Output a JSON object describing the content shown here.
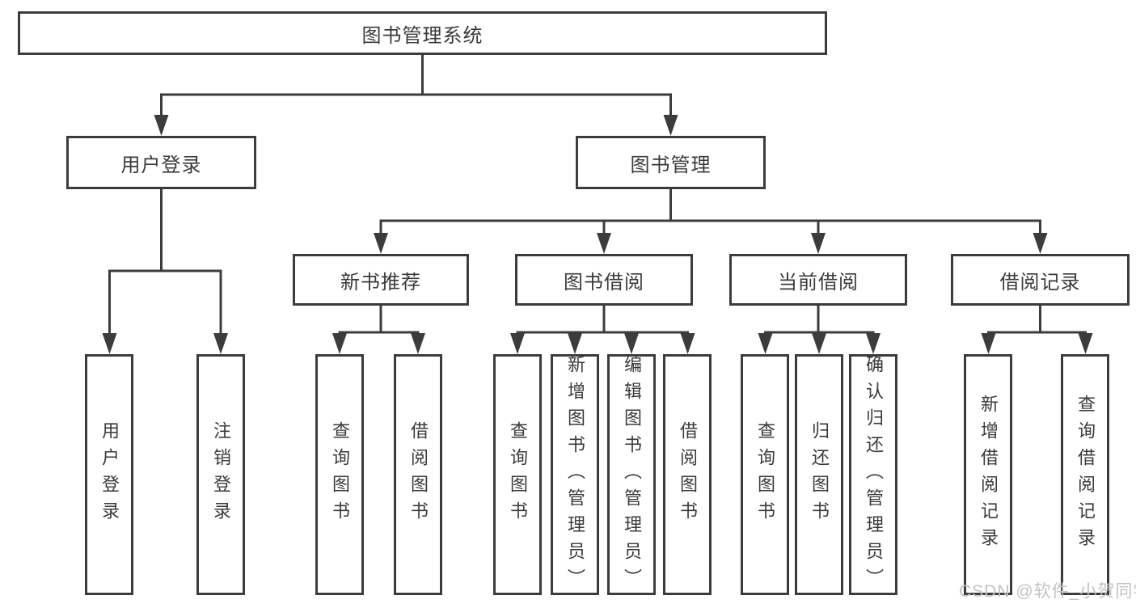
{
  "diagram": {
    "root": {
      "label": "图书管理系统"
    },
    "branches": [
      {
        "label": "用户登录",
        "children": [
          {
            "label": "用户登录"
          },
          {
            "label": "注销登录"
          }
        ]
      },
      {
        "label": "图书管理",
        "children": [
          {
            "label": "新书推荐",
            "children": [
              {
                "label": "查询图书"
              },
              {
                "label": "借阅图书"
              }
            ]
          },
          {
            "label": "图书借阅",
            "children": [
              {
                "label": "查询图书"
              },
              {
                "label": "新增图书（管理员）"
              },
              {
                "label": "编辑图书（管理员）"
              },
              {
                "label": "借阅图书"
              }
            ]
          },
          {
            "label": "当前借阅",
            "children": [
              {
                "label": "查询图书"
              },
              {
                "label": "归还图书"
              },
              {
                "label": "确认归还（管理员）"
              }
            ]
          },
          {
            "label": "借阅记录",
            "children": [
              {
                "label": "新增借阅记录"
              },
              {
                "label": "查询借阅记录"
              }
            ]
          }
        ]
      }
    ],
    "colors": {
      "line": "#3c3c3c",
      "text": "#3a3a3a",
      "box_background": "#ffffff"
    }
  },
  "watermark": {
    "text": "CSDN @软件_小贺同学"
  }
}
